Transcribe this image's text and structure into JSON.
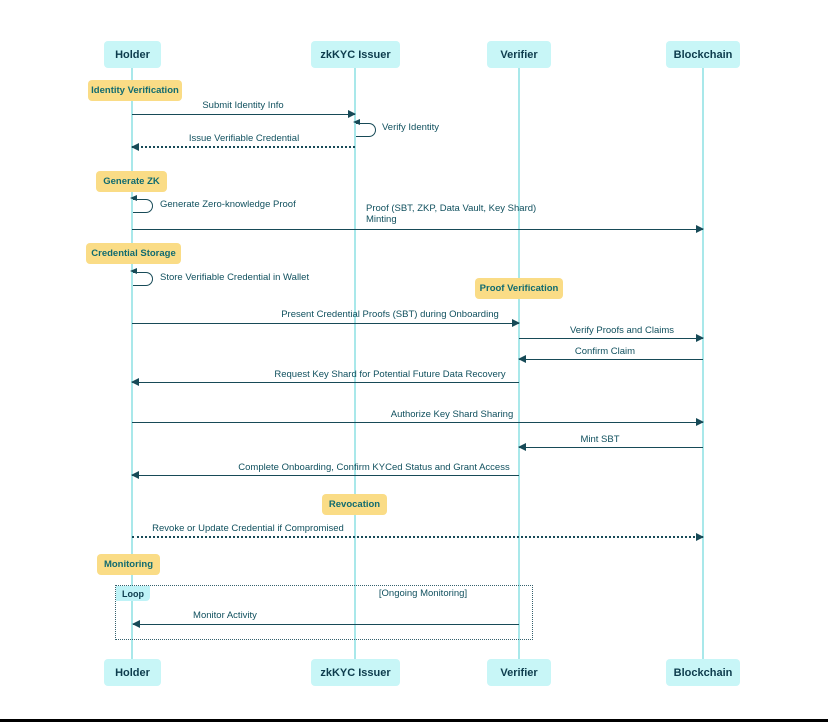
{
  "actors": [
    {
      "label": "Holder"
    },
    {
      "label": "zkKYC Issuer"
    },
    {
      "label": "Verifier"
    },
    {
      "label": "Blockchain"
    }
  ],
  "sections": {
    "identity_verification": "Identity Verification",
    "generate_zk": "Generate ZK",
    "credential_storage": "Credential Storage",
    "proof_verification": "Proof Verification",
    "revocation": "Revocation",
    "monitoring": "Monitoring"
  },
  "loop": {
    "tag": "Loop",
    "condition": "[Ongoing Monitoring]"
  },
  "messages": {
    "submit_identity": "Submit Identity Info",
    "verify_identity": "Verify Identity",
    "issue_vc": "Issue Verifiable Credential",
    "generate_zkp": "Generate Zero-knowledge Proof",
    "proof_minting_line1": "Proof (SBT, ZKP, Data Vault, Key Shard)",
    "proof_minting_line2": "Minting",
    "store_vc": "Store Verifiable Credential in Wallet",
    "present_proofs": "Present Credential Proofs (SBT) during Onboarding",
    "verify_claims": "Verify Proofs and Claims",
    "confirm_claim": "Confirm Claim",
    "request_key_shard": "Request Key Shard for Potential Future Data Recovery",
    "authorize_sharing": "Authorize Key Shard Sharing",
    "mint_sbt": "Mint SBT",
    "complete_onboarding": "Complete Onboarding, Confirm KYCed Status and Grant Access",
    "revoke_credential": "Revoke or Update Credential if Compromised",
    "monitor_activity": "Monitor Activity"
  },
  "colors": {
    "actor_fill": "#C8F6F7",
    "label_fill": "#FADC86",
    "lifeline": "#A9E8EA",
    "arrow": "#174A57",
    "text": "#0D3C4D"
  }
}
